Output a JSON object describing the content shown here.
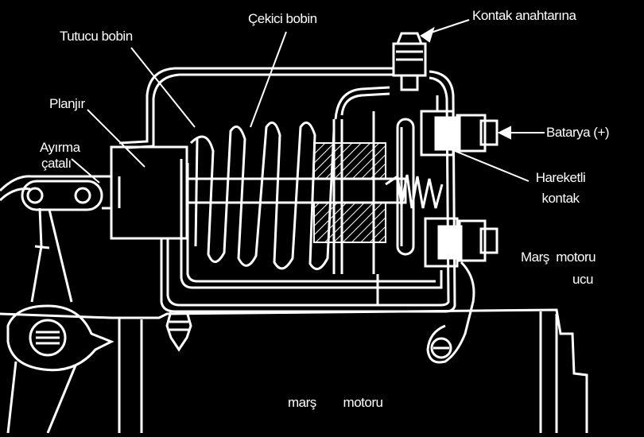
{
  "diagram": {
    "labels": {
      "tutucu_bobin": "Tutucu bobin",
      "cekici_bobin": "Çekici bobin",
      "kontak_anahtari": "Kontak anahtarına",
      "planjor": "Planjır",
      "ayirma_catali_1": "Ayırma",
      "ayirma_catali_2": "çatalı",
      "batarya": "Batarya (+)",
      "hareketli_kontak_1": "Hareketli",
      "hareketli_kontak_2": "kontak",
      "mars_motoru_ucu_1": "Marş  motoru",
      "mars_motoru_ucu_2": "ucu",
      "mars_motoru": "marş        motoru"
    }
  }
}
